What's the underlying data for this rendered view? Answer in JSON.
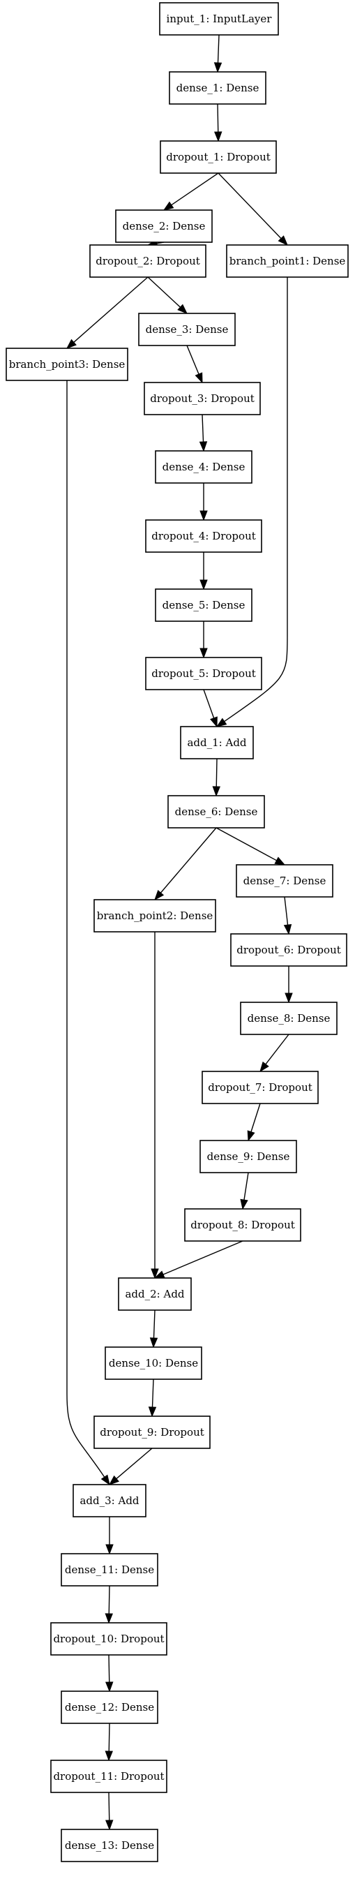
{
  "nodes": [
    {
      "id": "input_1",
      "label": "input_1: InputLayer"
    },
    {
      "id": "dense_1",
      "label": "dense_1: Dense"
    },
    {
      "id": "dropout_1",
      "label": "dropout_1: Dropout"
    },
    {
      "id": "dense_2",
      "label": "dense_2: Dense"
    },
    {
      "id": "branch_point1",
      "label": "branch_point1: Dense"
    },
    {
      "id": "dropout_2",
      "label": "dropout_2: Dropout"
    },
    {
      "id": "dense_3",
      "label": "dense_3: Dense"
    },
    {
      "id": "branch_point3",
      "label": "branch_point3: Dense"
    },
    {
      "id": "dropout_3",
      "label": "dropout_3: Dropout"
    },
    {
      "id": "dense_4",
      "label": "dense_4: Dense"
    },
    {
      "id": "dropout_4",
      "label": "dropout_4: Dropout"
    },
    {
      "id": "dense_5",
      "label": "dense_5: Dense"
    },
    {
      "id": "dropout_5",
      "label": "dropout_5: Dropout"
    },
    {
      "id": "add_1",
      "label": "add_1: Add"
    },
    {
      "id": "dense_6",
      "label": "dense_6: Dense"
    },
    {
      "id": "dense_7",
      "label": "dense_7: Dense"
    },
    {
      "id": "branch_point2",
      "label": "branch_point2: Dense"
    },
    {
      "id": "dropout_6",
      "label": "dropout_6: Dropout"
    },
    {
      "id": "dense_8",
      "label": "dense_8: Dense"
    },
    {
      "id": "dropout_7",
      "label": "dropout_7: Dropout"
    },
    {
      "id": "dense_9",
      "label": "dense_9: Dense"
    },
    {
      "id": "dropout_8",
      "label": "dropout_8: Dropout"
    },
    {
      "id": "add_2",
      "label": "add_2: Add"
    },
    {
      "id": "dense_10",
      "label": "dense_10: Dense"
    },
    {
      "id": "dropout_9",
      "label": "dropout_9: Dropout"
    },
    {
      "id": "add_3",
      "label": "add_3: Add"
    },
    {
      "id": "dense_11",
      "label": "dense_11: Dense"
    },
    {
      "id": "dropout_10",
      "label": "dropout_10: Dropout"
    },
    {
      "id": "dense_12",
      "label": "dense_12: Dense"
    },
    {
      "id": "dropout_11",
      "label": "dropout_11: Dropout"
    },
    {
      "id": "dense_13",
      "label": "dense_13: Dense"
    }
  ],
  "edges": [
    {
      "from": "input_1",
      "to": "dense_1"
    },
    {
      "from": "dense_1",
      "to": "dropout_1"
    },
    {
      "from": "dropout_1",
      "to": "dense_2"
    },
    {
      "from": "dropout_1",
      "to": "branch_point1"
    },
    {
      "from": "dense_2",
      "to": "dropout_2"
    },
    {
      "from": "dropout_2",
      "to": "dense_3"
    },
    {
      "from": "dropout_2",
      "to": "branch_point3"
    },
    {
      "from": "dense_3",
      "to": "dropout_3"
    },
    {
      "from": "dropout_3",
      "to": "dense_4"
    },
    {
      "from": "dense_4",
      "to": "dropout_4"
    },
    {
      "from": "dropout_4",
      "to": "dense_5"
    },
    {
      "from": "dense_5",
      "to": "dropout_5"
    },
    {
      "from": "dropout_5",
      "to": "add_1"
    },
    {
      "from": "branch_point1",
      "to": "add_1"
    },
    {
      "from": "add_1",
      "to": "dense_6"
    },
    {
      "from": "dense_6",
      "to": "dense_7"
    },
    {
      "from": "dense_6",
      "to": "branch_point2"
    },
    {
      "from": "dense_7",
      "to": "dropout_6"
    },
    {
      "from": "dropout_6",
      "to": "dense_8"
    },
    {
      "from": "dense_8",
      "to": "dropout_7"
    },
    {
      "from": "dropout_7",
      "to": "dense_9"
    },
    {
      "from": "dense_9",
      "to": "dropout_8"
    },
    {
      "from": "dropout_8",
      "to": "add_2"
    },
    {
      "from": "branch_point2",
      "to": "add_2"
    },
    {
      "from": "add_2",
      "to": "dense_10"
    },
    {
      "from": "dense_10",
      "to": "dropout_9"
    },
    {
      "from": "dropout_9",
      "to": "add_3"
    },
    {
      "from": "branch_point3",
      "to": "add_3"
    },
    {
      "from": "add_3",
      "to": "dense_11"
    },
    {
      "from": "dense_11",
      "to": "dropout_10"
    },
    {
      "from": "dropout_10",
      "to": "dense_12"
    },
    {
      "from": "dense_12",
      "to": "dropout_11"
    },
    {
      "from": "dropout_11",
      "to": "dense_13"
    }
  ]
}
